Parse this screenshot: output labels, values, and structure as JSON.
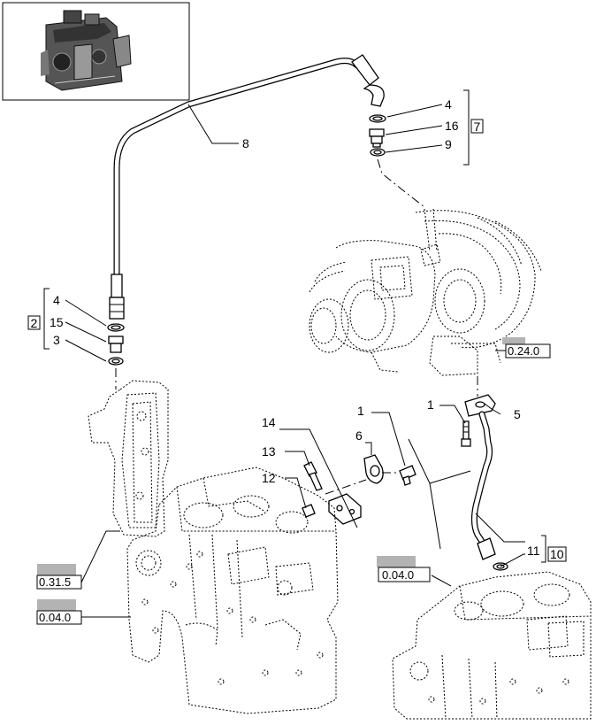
{
  "thumbnail": {
    "icon": "engine-thumbnail-icon"
  },
  "callouts": {
    "c4_top": "4",
    "c16": "16",
    "c9": "9",
    "c7": "7",
    "c8": "8",
    "c4_left": "4",
    "c15": "15",
    "c3": "3",
    "c2": "2",
    "c14": "14",
    "c13": "13",
    "c12": "12",
    "c6": "6",
    "c1_mid": "1",
    "c1_right": "1",
    "c5": "5",
    "c11": "11",
    "c10": "10"
  },
  "references": {
    "turbo": "0.24.0",
    "plate": "0.31.5",
    "block_left": "0.04.0",
    "block_right": "0.04.0"
  },
  "colors": {
    "line": "#000000",
    "tab": "#b3b3b3",
    "background": "#ffffff"
  }
}
